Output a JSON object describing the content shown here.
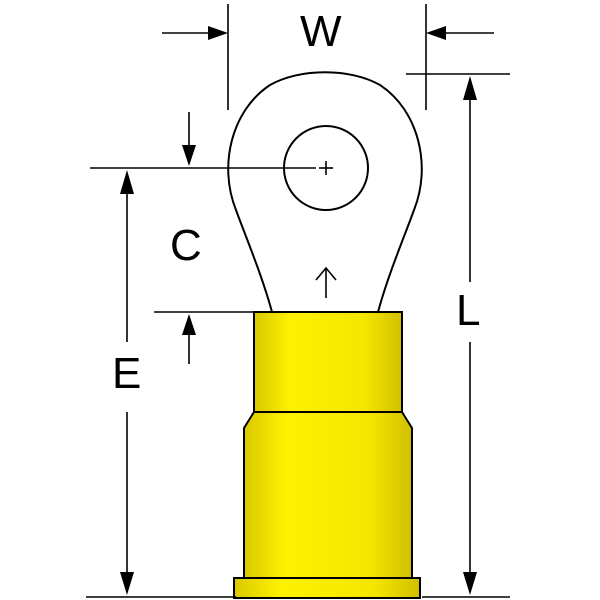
{
  "labels": {
    "w": "W",
    "c": "C",
    "e": "E",
    "l": "L"
  },
  "colors": {
    "insulation": "#f5e600",
    "insulation_shadow": "#c9b800",
    "outline": "#000000",
    "background": "#ffffff"
  }
}
